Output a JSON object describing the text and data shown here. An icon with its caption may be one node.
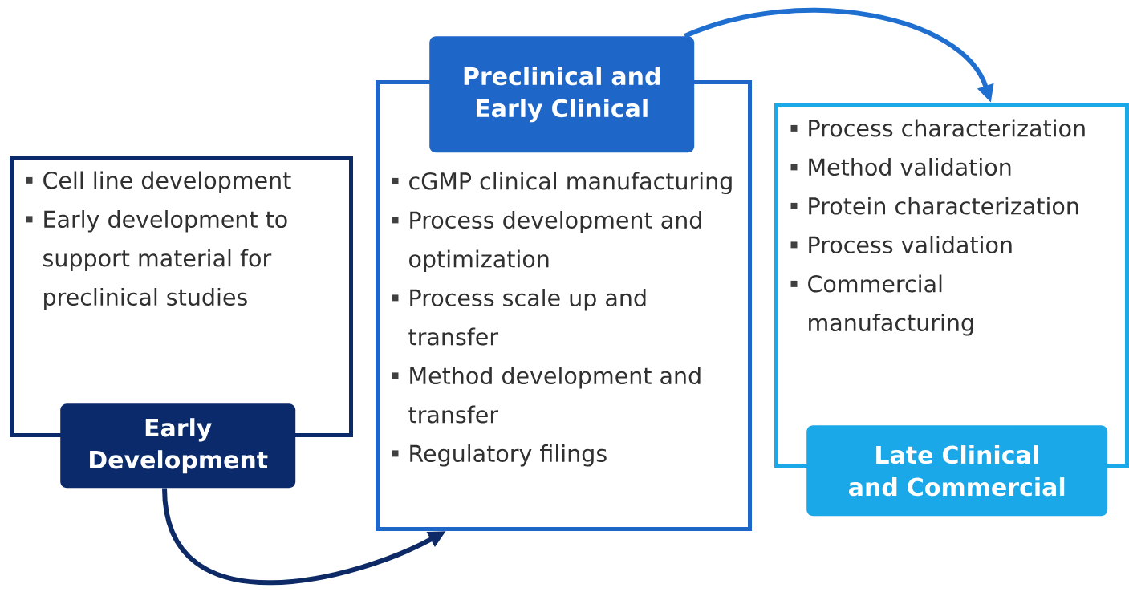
{
  "diagram": {
    "nodes": [
      {
        "text": [
          "Cell line development",
          "Early development to support material for preclinical studies"
        ]
      },
      {
        "text": [
          "Early Development"
        ]
      },
      {
        "text": [
          "cGMP clinical manufacturing",
          "Process development and optimization",
          "Process scale up and transfer",
          "Method development and transfer",
          "Regulatory filings"
        ]
      },
      {
        "text": [
          "Preclinical and Early Clinical"
        ]
      },
      {
        "text": [
          "Process characterization",
          "Method validation",
          "Protein characterization",
          "Process validation",
          "Commercial manufacturing"
        ]
      },
      {
        "text": [
          "Late Clinical and Commercial"
        ]
      }
    ],
    "edges": [
      {
        "from": 1,
        "to": 2,
        "arrow": "to",
        "color": "#0d2a66"
      },
      {
        "from": 3,
        "to": 4,
        "arrow": "to",
        "color": "#1f6fd0"
      }
    ]
  }
}
